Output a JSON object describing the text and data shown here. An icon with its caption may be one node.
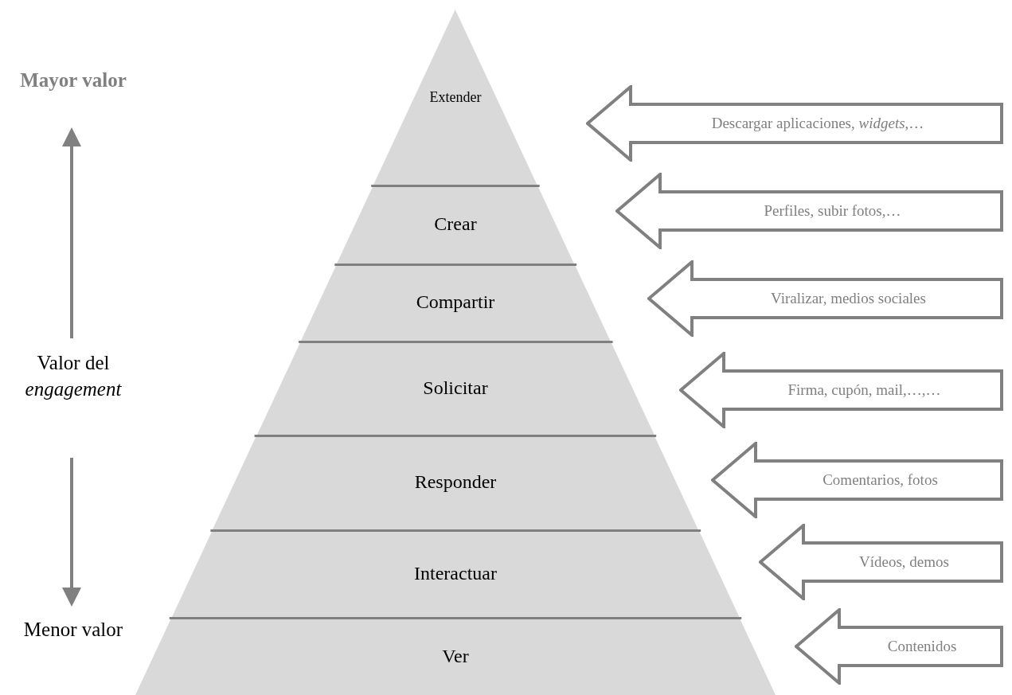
{
  "diagram": {
    "nodes": [
      {
        "text": [
          "Extender"
        ]
      },
      {
        "text": [
          "Descargar aplicaciones, *widgets*,…"
        ]
      },
      {
        "text": [
          "Crear"
        ]
      },
      {
        "text": [
          "Perfiles, subir fotos,…"
        ]
      },
      {
        "text": [
          "Compartir"
        ]
      },
      {
        "text": [
          "Viralizar, medios sociales"
        ]
      },
      {
        "text": [
          "Solicitar"
        ]
      },
      {
        "text": [
          "Firma, cupón, mail,…,…"
        ]
      },
      {
        "text": [
          "Responder"
        ]
      },
      {
        "text": [
          "Comentarios, fotos"
        ]
      },
      {
        "text": [
          "Interactuar"
        ]
      },
      {
        "text": [
          "Vídeos, demos"
        ]
      },
      {
        "text": [
          "Ver"
        ]
      },
      {
        "text": [
          "Contenidos"
        ]
      }
    ],
    "labels": [
      "Mayor valor",
      "Valor del *engagement*",
      "Menor valor"
    ]
  }
}
